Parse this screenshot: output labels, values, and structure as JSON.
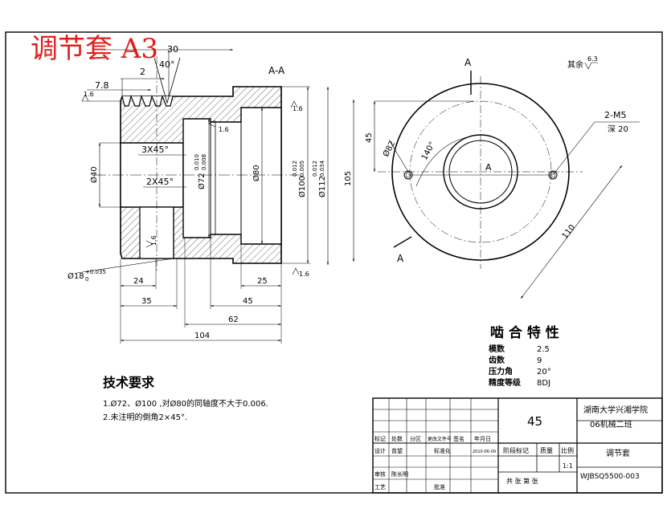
{
  "sheet": {
    "title": "调节套 A3"
  },
  "section": {
    "label": "A-A",
    "marker": "A"
  },
  "view_right": {
    "marker_top": "A",
    "marker_bottom": "A",
    "center": "A",
    "roughness_note": "其余",
    "roughness_value": "6.3"
  },
  "dims_left": {
    "d1": "30",
    "d2": "40°",
    "d3": "2",
    "d4": "7.8",
    "d5": "1.6",
    "chamfer1": "3X45°",
    "chamfer2": "2X45°",
    "phi40": "Ø40",
    "phi72": "Ø72",
    "phi72_tol_up": "0.010",
    "phi72_tol_lo": "0.008",
    "phi80": "Ø80",
    "phi100": "Ø100",
    "phi100_tol_up": "0.012",
    "phi100_tol_lo": "0.005",
    "phi112": "Ø112",
    "phi112_tol_up": "0.012",
    "phi112_tol_lo": "0.034",
    "phi18": "Ø18",
    "phi18_tol_up": "+0.035",
    "phi18_tol_lo": "0",
    "l24": "24",
    "l35": "35",
    "l45": "45",
    "l25": "25",
    "l62": "62",
    "l104": "104",
    "r16a": "1.6",
    "r16b": "1.6",
    "r16c": "1.6",
    "r16d": "1.6"
  },
  "dims_right": {
    "d45": "45",
    "phi82": "Ø82",
    "ang": "140°",
    "d105": "105",
    "d110": "110",
    "holes": "2-M5",
    "depth": "深 20"
  },
  "gear_params": {
    "title": "啮 合 特 性",
    "rows": [
      {
        "label": "模数",
        "value": "2.5"
      },
      {
        "label": "齿数",
        "value": "9"
      },
      {
        "label": "压力角",
        "value": "20°"
      },
      {
        "label": "精度等级",
        "value": "8DJ"
      }
    ]
  },
  "tech": {
    "title": "技术要求",
    "line1": "1.Ø72、Ø100 ,对Ø80的同轴度不大于0.006.",
    "line2": "2.未注明的倒角2×45°."
  },
  "title_block": {
    "material": "45",
    "school": "湖南大学兴湘学院",
    "class": "06机械二班",
    "part_name": "调节套",
    "drawing_no": "WJBSQ5500-003",
    "scale": "1:1",
    "scale_label": "比例",
    "mass_label": "质量",
    "stage_label": "阶段标记",
    "sheets_label": "共  张  第  张",
    "row_labels": [
      "标记",
      "处数",
      "分区",
      "更改文件号",
      "签名",
      "年月日"
    ],
    "design_label": "设计",
    "designer": "曾望",
    "std_label": "标准化",
    "date": "2010-06-09",
    "review_label": "审核",
    "reviewer": "陈长明",
    "process_label": "工艺",
    "approve_label": "批准"
  }
}
